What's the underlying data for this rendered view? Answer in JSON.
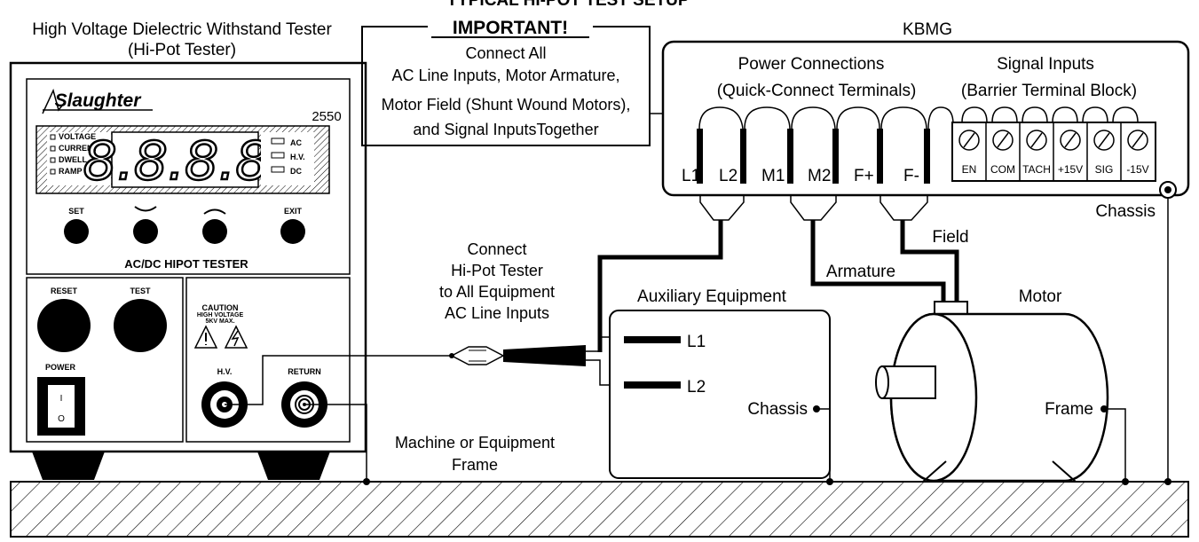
{
  "page_title": "TYPICAL HI-POT TEST SETUP",
  "hipot_title": "High Voltage Dielectric Withstand Tester",
  "hipot_subtitle": "(Hi-Pot Tester)",
  "tester": {
    "brand": "Slaughter",
    "model": "2550",
    "indicators": [
      "VOLTAGE",
      "CURRENT",
      "DWELL",
      "RAMP"
    ],
    "display": "8.8.8.8.",
    "modes": [
      "AC",
      "H.V.",
      "DC"
    ],
    "buttons": [
      "SET",
      "EXIT"
    ],
    "panel_label": "AC/DC HIPOT TESTER",
    "reset_label": "RESET",
    "test_label": "TEST",
    "power_label": "POWER",
    "switch_on": "I",
    "switch_off": "O",
    "caution": "CAUTION",
    "caution_detail1": "HIGH VOLTAGE",
    "caution_detail2": "5KV  MAX.",
    "hv_label": "H.V.",
    "return_label": "RETURN"
  },
  "important": {
    "title": "IMPORTANT!",
    "lines": [
      "Connect All",
      "AC Line Inputs, Motor Armature,",
      "Motor Field (Shunt Wound Motors),",
      "and Signal InputsTogether"
    ]
  },
  "kbmg": {
    "title": "KBMG",
    "power_header": "Power Connections",
    "power_sub": "(Quick-Connect Terminals)",
    "signal_header": "Signal Inputs",
    "signal_sub": "(Barrier Terminal Block)",
    "power_terminals": [
      "L1",
      "L2",
      "M1",
      "M2",
      "F+",
      "F-"
    ],
    "signal_terminals": [
      "EN",
      "COM",
      "TACH",
      "+15V",
      "SIG",
      "-15V"
    ],
    "chassis_label": "Chassis"
  },
  "connect_note": [
    "Connect",
    "Hi-Pot Tester",
    "to All Equipment",
    "AC Line Inputs"
  ],
  "aux": {
    "title": "Auxiliary Equipment",
    "l1": "L1",
    "l2": "L2",
    "chassis": "Chassis"
  },
  "motor": {
    "title": "Motor",
    "frame": "Frame",
    "armature": "Armature",
    "field": "Field"
  },
  "ground_note": [
    "Machine or Equipment",
    "Frame"
  ]
}
